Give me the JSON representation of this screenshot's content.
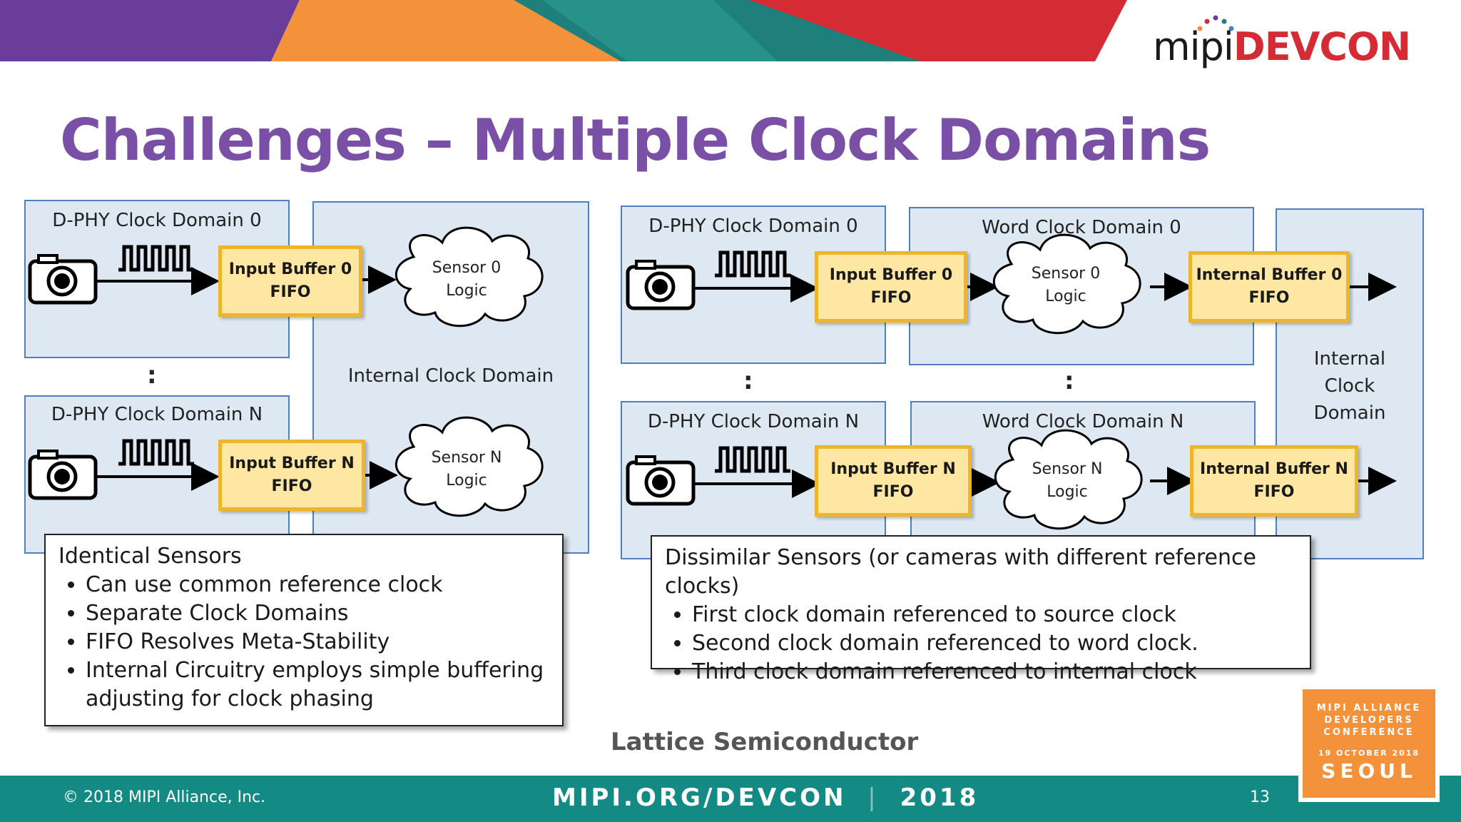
{
  "slide": {
    "title": "Challenges – Multiple Clock Domains",
    "attribution": "Lattice Semiconductor",
    "page_number": "13"
  },
  "logo": {
    "prefix": "mipi",
    "suffix": "DEVCON"
  },
  "footer": {
    "copyright": "© 2018 MIPI Alliance, Inc.",
    "url": "MIPI.ORG/DEVCON",
    "year": "2018"
  },
  "badge": {
    "line1": "MIPI ALLIANCE",
    "line2": "DEVELOPERS",
    "line3": "CONFERENCE",
    "date": "19 OCTOBER 2018",
    "city": "SEOUL"
  },
  "left": {
    "domain0": "D-PHY Clock Domain 0",
    "domainN": "D-PHY Clock Domain N",
    "internal": "Internal Clock Domain",
    "buffer0": [
      "Input Buffer 0",
      "FIFO"
    ],
    "bufferN": [
      "Input Buffer N",
      "FIFO"
    ],
    "sensor0": [
      "Sensor 0",
      "Logic"
    ],
    "sensorN": [
      "Sensor N",
      "Logic"
    ],
    "ellipsis": ":",
    "note_title": "Identical Sensors",
    "note_items": [
      "Can use common reference clock",
      "Separate Clock Domains",
      "FIFO Resolves Meta-Stability",
      "Internal Circuitry employs simple buffering adjusting for clock phasing"
    ]
  },
  "right": {
    "dphy0": "D-PHY Clock Domain 0",
    "dphyN": "D-PHY Clock Domain N",
    "word0": "Word Clock Domain 0",
    "wordN": "Word Clock Domain N",
    "internal": [
      "Internal",
      "Clock",
      "Domain"
    ],
    "buffer0": [
      "Input Buffer 0",
      "FIFO"
    ],
    "bufferN": [
      "Input Buffer N",
      "FIFO"
    ],
    "sensor0": [
      "Sensor 0",
      "Logic"
    ],
    "sensorN": [
      "Sensor N",
      "Logic"
    ],
    "ibuf0": [
      "Internal Buffer 0",
      "FIFO"
    ],
    "ibufN": [
      "Internal Buffer N",
      "FIFO"
    ],
    "ellipsis": ":",
    "note_title": "Dissimilar Sensors (or cameras with different reference clocks)",
    "note_items": [
      "First clock domain referenced to source clock",
      "Second clock domain referenced to word clock.",
      "Third clock domain referenced to internal clock"
    ]
  },
  "colors": {
    "title": "#7a4fa6",
    "fifo_fill": "#fde7a3",
    "fifo_border": "#f0b429",
    "domain_fill": "#dde8f3",
    "domain_border": "#4e7fc0",
    "footer": "#148a84",
    "badge": "#f4923c"
  }
}
